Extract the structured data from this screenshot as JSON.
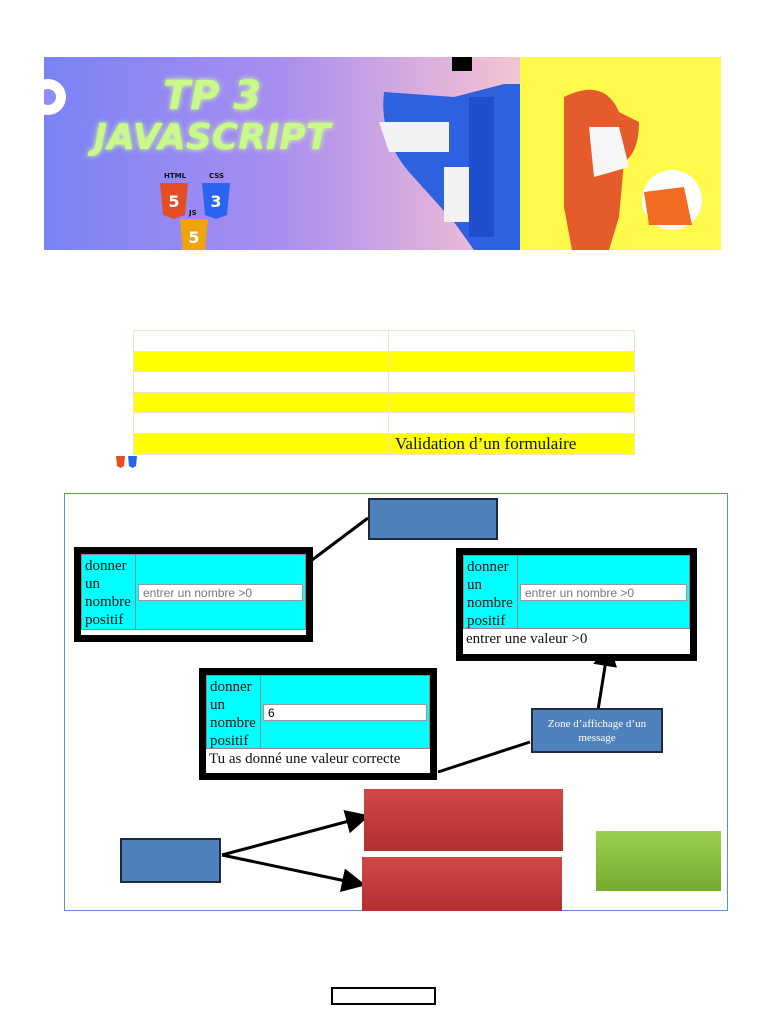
{
  "banner": {
    "title_line1": "TP 3",
    "title_line2": "JAVASCRIPT",
    "logo_labels": [
      "HTML",
      "CSS",
      "JS"
    ]
  },
  "table": {
    "rows": [
      [
        "",
        ""
      ],
      [
        "",
        ""
      ],
      [
        "",
        ""
      ],
      [
        "",
        ""
      ],
      [
        "",
        ""
      ],
      [
        "",
        "Validation d’un formulaire"
      ]
    ]
  },
  "figure": {
    "form_left": {
      "label": "donner un nombre positif",
      "placeholder": "entrer un nombre >0"
    },
    "form_right": {
      "label": "donner un nombre positif",
      "placeholder": "entrer un nombre >0",
      "message": "entrer une valeur >0"
    },
    "form_middle": {
      "label": "donner un nombre positif",
      "value": "6",
      "message": "Tu as donné une valeur correcte"
    },
    "zone_label": "Zone d’affichage d’un message"
  },
  "colors": {
    "highlight_yellow": "#ffff00",
    "form_cyan": "#00ffff",
    "callout_blue": "#4f81bd",
    "red_box": "#c0392b",
    "green_box": "#8cc63f"
  }
}
